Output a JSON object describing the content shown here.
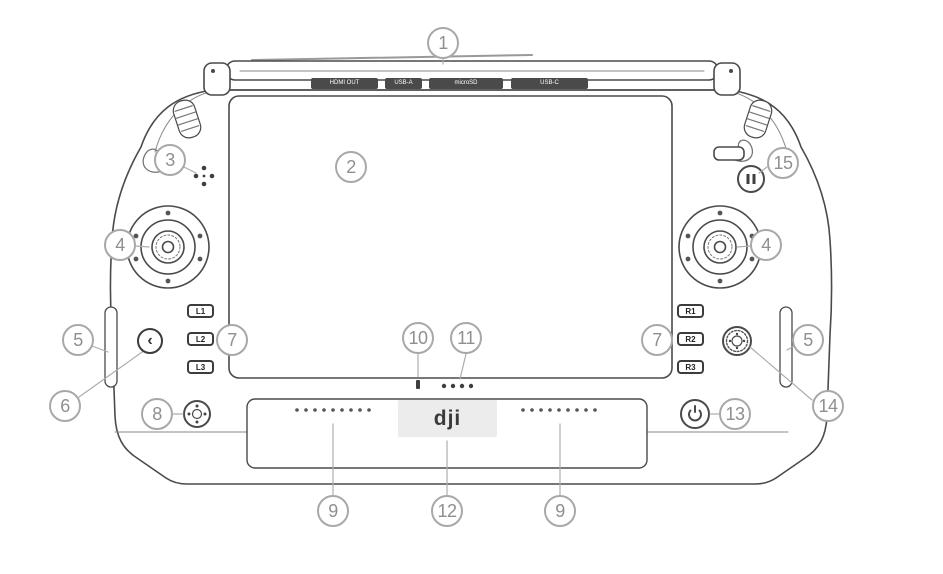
{
  "callouts": {
    "c1": "1",
    "c2": "2",
    "c3": "3",
    "c4": "4",
    "c5": "5",
    "c6": "6",
    "c7": "7",
    "c8": "8",
    "c9": "9",
    "c10": "10",
    "c11": "11",
    "c12": "12",
    "c13": "13",
    "c14": "14",
    "c15": "15"
  },
  "ports": [
    "HDMI OUT",
    "USB-A",
    "microSD",
    "USB-C"
  ],
  "side_buttons": {
    "left": [
      "L1",
      "L2",
      "L3"
    ],
    "right": [
      "R1",
      "R2",
      "R3"
    ]
  },
  "logo": "dji",
  "icons": {
    "back": "‹"
  },
  "colors": {
    "line": "#4a4a4a",
    "callout": "#a8a8a8",
    "accent": "#3c3c3c"
  }
}
